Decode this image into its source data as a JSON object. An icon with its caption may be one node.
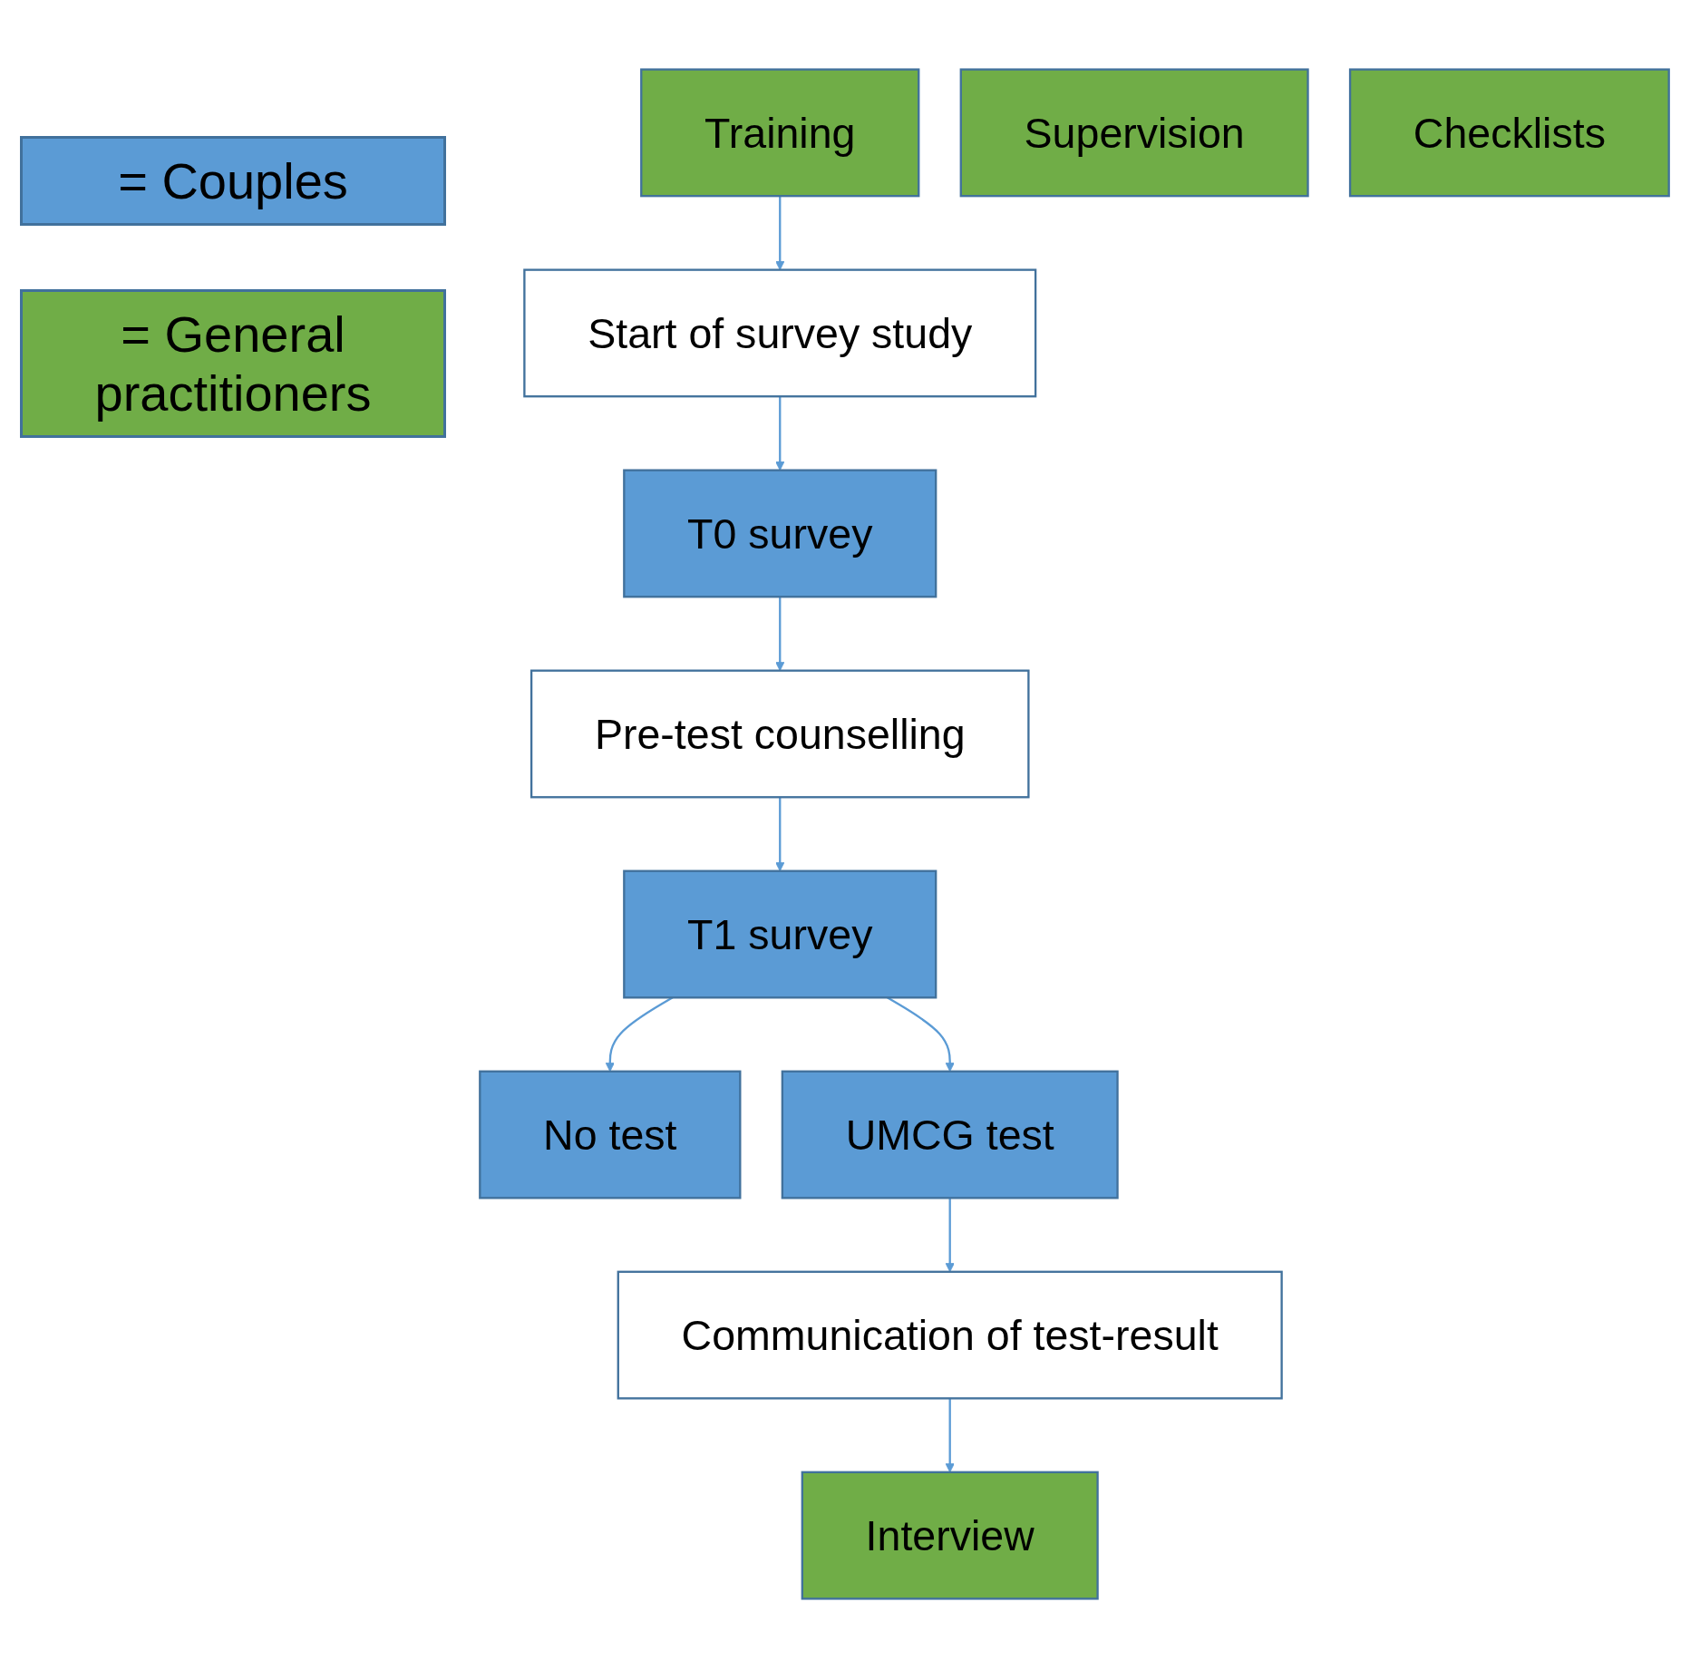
{
  "diagram": {
    "nodes": [
      {
        "text": [
          "Training"
        ]
      },
      {
        "text": [
          "Start of survey study"
        ]
      },
      {
        "text": [
          "T0 survey"
        ]
      },
      {
        "text": [
          "Pre-test counselling"
        ]
      },
      {
        "text": [
          "Supervision"
        ]
      },
      {
        "text": [
          "T1 survey"
        ]
      },
      {
        "text": [
          "Checklists"
        ]
      },
      {
        "text": [
          "No test"
        ]
      },
      {
        "text": [
          "UMCG test"
        ]
      },
      {
        "text": [
          "Communication of test-result"
        ]
      },
      {
        "text": [
          "Interview"
        ]
      }
    ],
    "edges": [
      {
        "from": 0,
        "to": 1,
        "arrow": "to"
      },
      {
        "from": 1,
        "to": 2,
        "arrow": "to"
      },
      {
        "from": 2,
        "to": 3,
        "arrow": "to"
      },
      {
        "from": 3,
        "to": 5,
        "arrow": "to"
      },
      {
        "from": 5,
        "to": 7,
        "arrow": "to"
      },
      {
        "from": 5,
        "to": 8,
        "arrow": "to"
      },
      {
        "from": 8,
        "to": 9,
        "arrow": "to"
      },
      {
        "from": 9,
        "to": 10,
        "arrow": "to"
      }
    ],
    "legend": [
      {
        "text": "= Couples",
        "color": "#5b9bd5"
      },
      {
        "text": "= General practitioners",
        "color": "#70ad47"
      }
    ]
  }
}
